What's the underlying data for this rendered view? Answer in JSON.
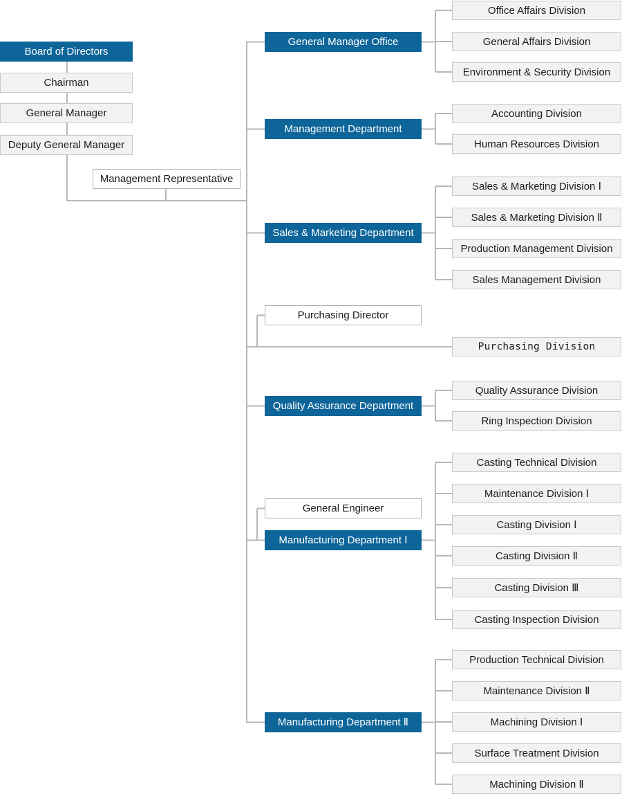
{
  "colors": {
    "department_fill": "#0e6599",
    "department_text": "#ffffff",
    "division_fill": "#f2f2f4",
    "division_border": "#c8c8c8",
    "staff_box_fill": "#ffffff",
    "connector_line": "#b8b8b8",
    "text": "#1c1c1c"
  },
  "org_chart": {
    "executive_chain": [
      {
        "label": "Board of Directors"
      },
      {
        "label": "Chairman"
      },
      {
        "label": "General Manager"
      },
      {
        "label": "Deputy General Manager"
      }
    ],
    "management_representative": {
      "label": "Management Representative"
    },
    "departments": [
      {
        "label": "General Manager Office",
        "divisions": [
          {
            "label": "Office Affairs Division"
          },
          {
            "label": "General Affairs Division"
          },
          {
            "label": "Environment & Security Division"
          }
        ]
      },
      {
        "label": "Management Department",
        "divisions": [
          {
            "label": "Accounting Division"
          },
          {
            "label": "Human Resources Division"
          }
        ]
      },
      {
        "label": "Sales & Marketing Department",
        "divisions": [
          {
            "label": "Sales & Marketing Division Ⅰ"
          },
          {
            "label": "Sales & Marketing Division Ⅱ"
          },
          {
            "label": "Production Management Division"
          },
          {
            "label": "Sales Management Division"
          }
        ]
      },
      {
        "label": "Purchasing Director",
        "divisions": [
          {
            "label": "Purchasing Division"
          }
        ]
      },
      {
        "label": "Quality Assurance Department",
        "divisions": [
          {
            "label": "Quality Assurance Division"
          },
          {
            "label": "Ring Inspection Division"
          }
        ]
      },
      {
        "label": "General Engineer",
        "divisions": []
      },
      {
        "label": "Manufacturing Department Ⅰ",
        "divisions": [
          {
            "label": "Casting Technical Division"
          },
          {
            "label": "Maintenance Division Ⅰ"
          },
          {
            "label": "Casting Division Ⅰ"
          },
          {
            "label": "Casting Division Ⅱ"
          },
          {
            "label": "Casting Division Ⅲ"
          },
          {
            "label": "Casting Inspection Division"
          }
        ]
      },
      {
        "label": "Manufacturing Department Ⅱ",
        "divisions": [
          {
            "label": "Production Technical Division"
          },
          {
            "label": "Maintenance Division Ⅱ"
          },
          {
            "label": "Machining Division Ⅰ"
          },
          {
            "label": "Surface Treatment Division"
          },
          {
            "label": "Machining Division Ⅱ"
          }
        ]
      }
    ]
  }
}
